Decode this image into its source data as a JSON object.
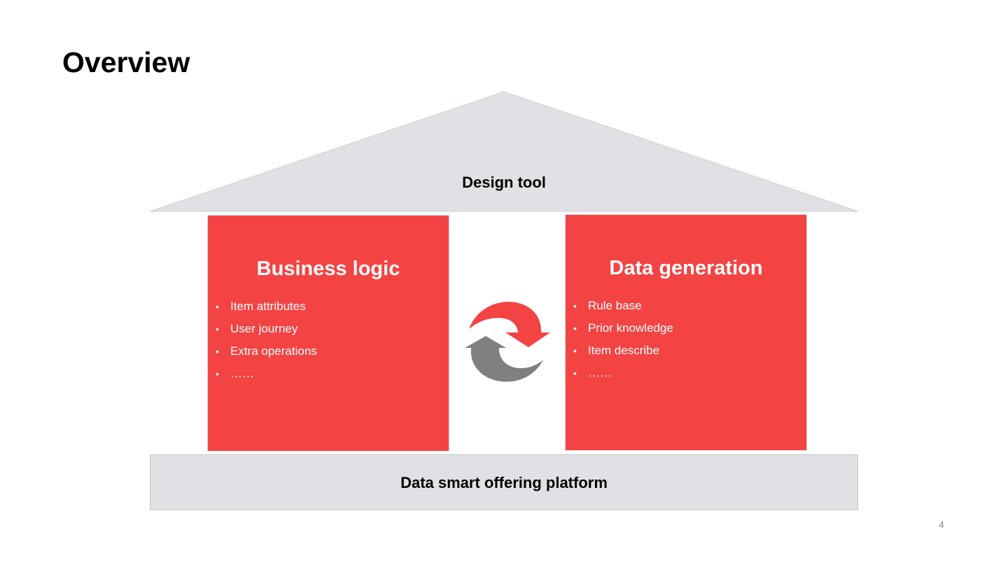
{
  "slide": {
    "title": "Overview",
    "page_number": "4"
  },
  "roof": {
    "label": "Design tool",
    "color": "#e0e1e4"
  },
  "pillars": [
    {
      "title": "Business logic",
      "color": "#f44343",
      "items": [
        "Item attributes",
        "User journey",
        "Extra operations",
        "……"
      ]
    },
    {
      "title": "Data generation",
      "color": "#f44343",
      "items": [
        "Rule base",
        "Prior knowledge",
        "Item describe",
        "……"
      ]
    }
  ],
  "base": {
    "label": "Data smart offering platform",
    "color": "#e0e1e4"
  },
  "cycle_icon": {
    "name": "cycle-arrows-icon",
    "colors": [
      "#f44343",
      "#808080"
    ]
  }
}
